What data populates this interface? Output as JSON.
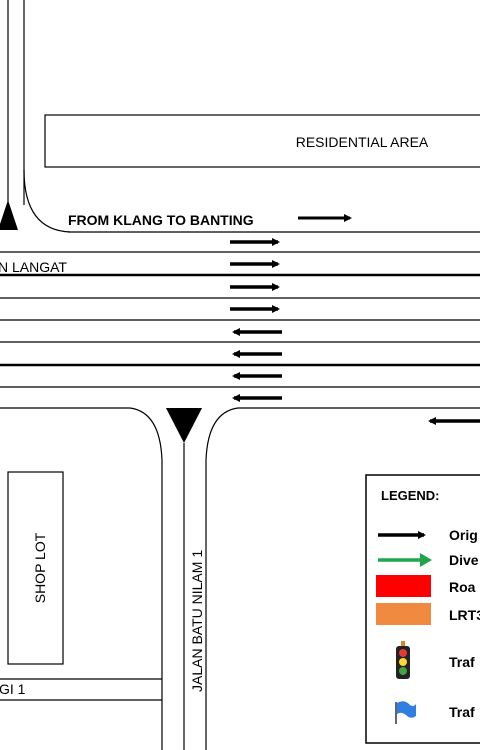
{
  "labels": {
    "residential_area": "RESIDENTIAL AREA",
    "direction_title": "FROM KLANG TO BANTING",
    "main_road_partial": "N LANGAT",
    "shop_lot": "SHOP LOT",
    "side_road": "JALAN BATU NILAM 1",
    "bottom_road_partial": "GI 1"
  },
  "legend": {
    "title": "LEGEND:",
    "items": [
      {
        "icon": "black-arrow-icon",
        "label": "Orig"
      },
      {
        "icon": "green-arrow-icon",
        "label": "Dive"
      },
      {
        "icon": "red-box-icon",
        "label": "Roa"
      },
      {
        "icon": "orange-box-icon",
        "label": "LRT3"
      },
      {
        "icon": "traffic-light-icon",
        "label": "Traf"
      },
      {
        "icon": "blue-flag-icon",
        "label": "Traf"
      }
    ]
  },
  "colors": {
    "black": "#000000",
    "green": "#1fa54a",
    "red": "#ff0000",
    "orange": "#f08a40",
    "blue": "#2f7fe0"
  }
}
